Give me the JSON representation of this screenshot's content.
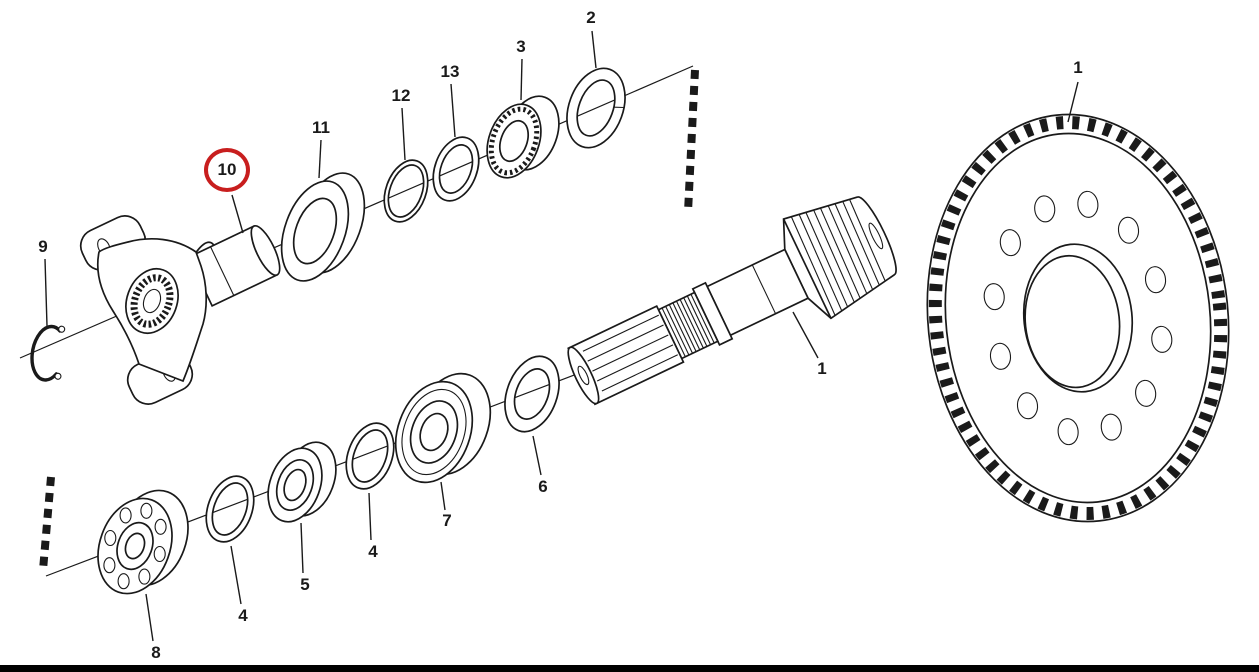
{
  "diagram": {
    "background": "#ffffff",
    "line_color": "#1a1a1a",
    "highlight_color": "#c81e1e",
    "highlighted_part": "10",
    "labels": {
      "ring_gear": "1",
      "pinion_shaft": "1",
      "tab_washer": "2",
      "lock_nut": "3",
      "shim_a": "4",
      "shim_b": "4",
      "bearing_cone": "5",
      "washer": "6",
      "bearing_large": "7",
      "bearing_small": "8",
      "snap_ring": "9",
      "yoke": "10",
      "seal": "11",
      "o_ring": "12",
      "spacer_washer": "13"
    }
  }
}
